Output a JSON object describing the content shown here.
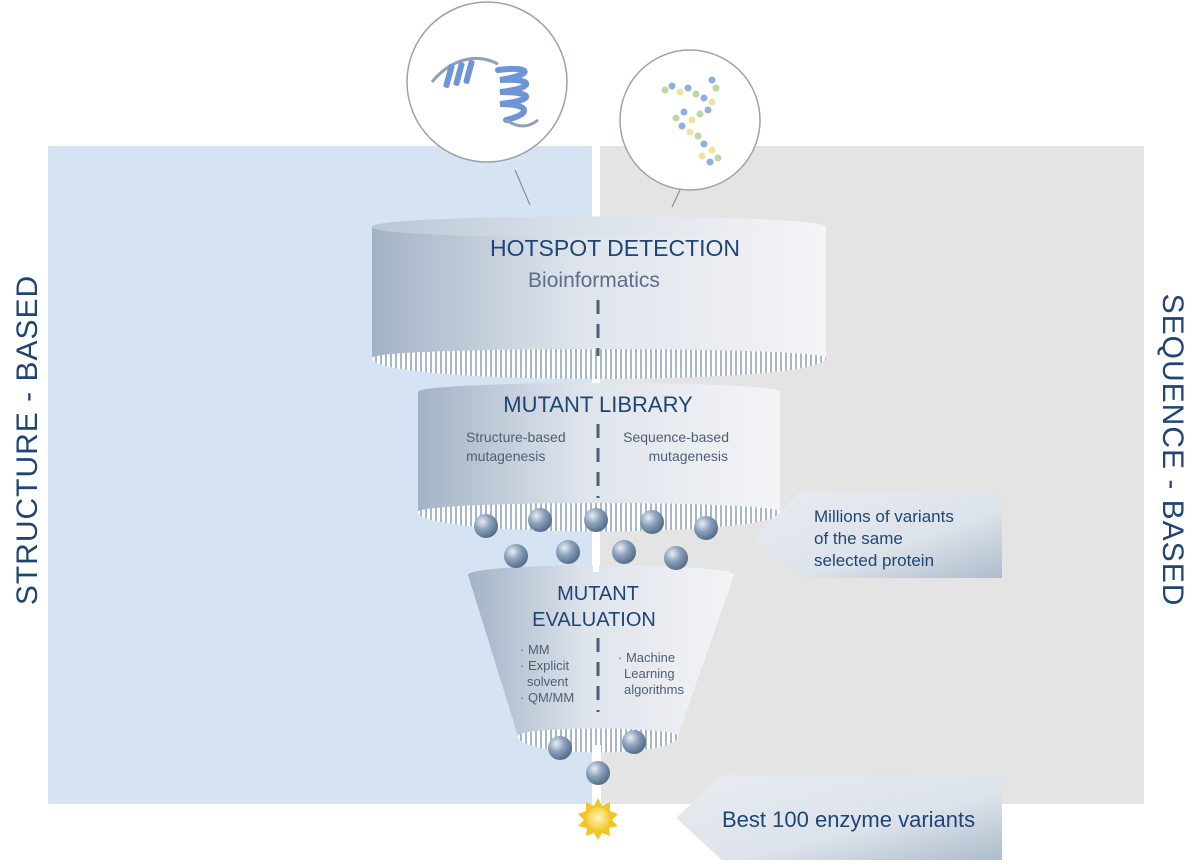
{
  "side_labels": {
    "left": "STRUCTURE - BASED",
    "right": "SEQUENCE - BASED"
  },
  "hotspot": {
    "title": "HOTSPOT DETECTION",
    "subtitle": "Bioinformatics"
  },
  "library": {
    "title": "MUTANT LIBRARY",
    "left_line1": "Structure-based",
    "left_line2": "mutagenesis",
    "right_line1": "Sequence-based",
    "right_line2": "mutagenesis"
  },
  "evaluation": {
    "title_line1": "MUTANT",
    "title_line2": "EVALUATION",
    "left_items": [
      "· MM",
      "· Explicit",
      "solvent",
      "· QM/MM"
    ],
    "right_items": [
      "· Machine",
      "Learning",
      "algorithms"
    ]
  },
  "callouts": {
    "variants": [
      "Millions of variants",
      "of the same",
      "selected protein"
    ],
    "best": "Best 100 enzyme variants"
  },
  "icons": {
    "structure": "protein-structure-icon",
    "sequence": "amino-acid-chain-icon",
    "best": "sun-icon"
  },
  "colors": {
    "left_panel": "#d6e3f3",
    "right_panel": "#e4e4e4",
    "title_text": "#1f4575",
    "sub_text": "#5a6e89",
    "funnel_dark": "#a3b3c6",
    "funnel_light": "#f2f4f7",
    "sphere": "#7f97b3",
    "sun": "#f6d23a"
  }
}
